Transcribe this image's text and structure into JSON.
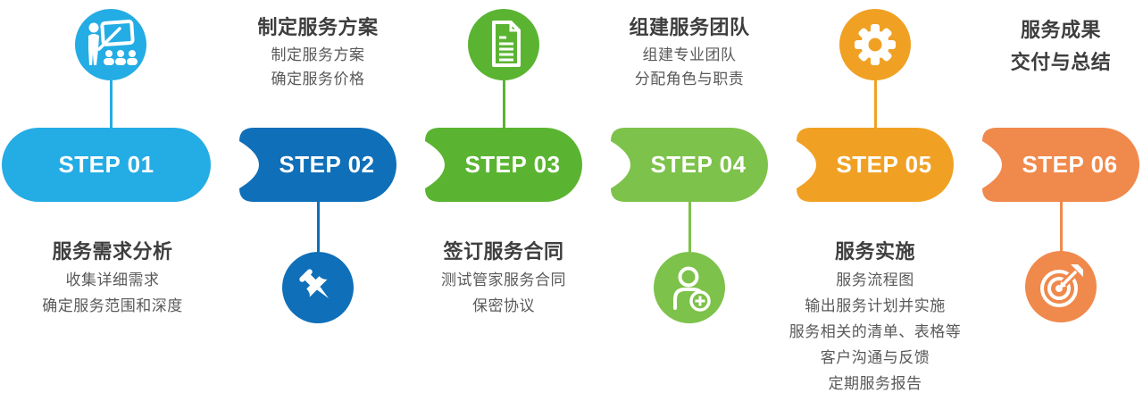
{
  "palette": {
    "background": "#FFFFFF",
    "title_color": "#3E3E3E",
    "detail_color": "#595959"
  },
  "steps": [
    {
      "step_label": "STEP 01",
      "color": "#24ACE4",
      "icon": "presentation-icon",
      "icon_position": "top",
      "title": "服务需求分析",
      "details": [
        "收集详细需求",
        "确定服务范围和深度"
      ]
    },
    {
      "step_label": "STEP 02",
      "color": "#0F6FB8",
      "icon": "pushpin-icon",
      "icon_position": "bottom",
      "title": "制定服务方案",
      "details": [
        "制定服务方案",
        "确定服务价格"
      ]
    },
    {
      "step_label": "STEP 03",
      "color": "#5AB431",
      "icon": "document-icon",
      "icon_position": "top",
      "title": "签订服务合同",
      "details": [
        "测试管家服务合同",
        "保密协议"
      ]
    },
    {
      "step_label": "STEP 04",
      "color": "#7DC24B",
      "icon": "add-user-icon",
      "icon_position": "bottom",
      "title": "组建服务团队",
      "details": [
        "组建专业团队",
        "分配角色与职责"
      ]
    },
    {
      "step_label": "STEP 05",
      "color": "#F0A124",
      "icon": "gear-icon",
      "icon_position": "top",
      "title": "服务实施",
      "details": [
        "服务流程图",
        "输出服务计划并实施",
        "服务相关的清单、表格等",
        "客户沟通与反馈",
        "定期服务报告"
      ]
    },
    {
      "step_label": "STEP 06",
      "color": "#F0894C",
      "icon": "target-icon",
      "icon_position": "bottom",
      "title": "服务成果",
      "title_line2": "交付与总结",
      "details": []
    }
  ]
}
